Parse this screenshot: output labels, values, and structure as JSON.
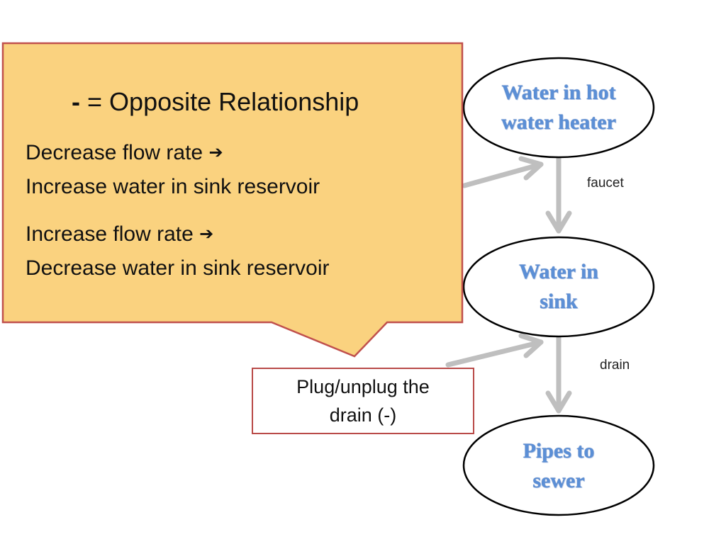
{
  "callout": {
    "heading_symbol": "-",
    "heading_text": "= Opposite Relationship",
    "paragraph_1": {
      "line_1": "Decrease flow rate",
      "line_2": "Increase water in sink reservoir"
    },
    "paragraph_2": {
      "line_1": "Increase flow rate",
      "line_2": "Decrease water in sink reservoir"
    },
    "arrow_icon": "right-arrow-icon",
    "fill_color": "#fad27f",
    "border_color": "#c0504d"
  },
  "nodes": {
    "hot_water_heater": {
      "line_1": "Water in hot",
      "line_2": "water heater"
    },
    "sink": {
      "line_1": "Water in",
      "line_2": "sink"
    },
    "sewer": {
      "line_1": "Pipes to",
      "line_2": "sewer"
    }
  },
  "edge_labels": {
    "faucet": "faucet",
    "drain": "drain"
  },
  "plug_box": {
    "line_1": "Plug/unplug the",
    "line_2": "drain (-)"
  },
  "colors": {
    "node_text": "#5b8fd6",
    "connector": "#bfbfbf",
    "plug_border": "#b94a48"
  }
}
